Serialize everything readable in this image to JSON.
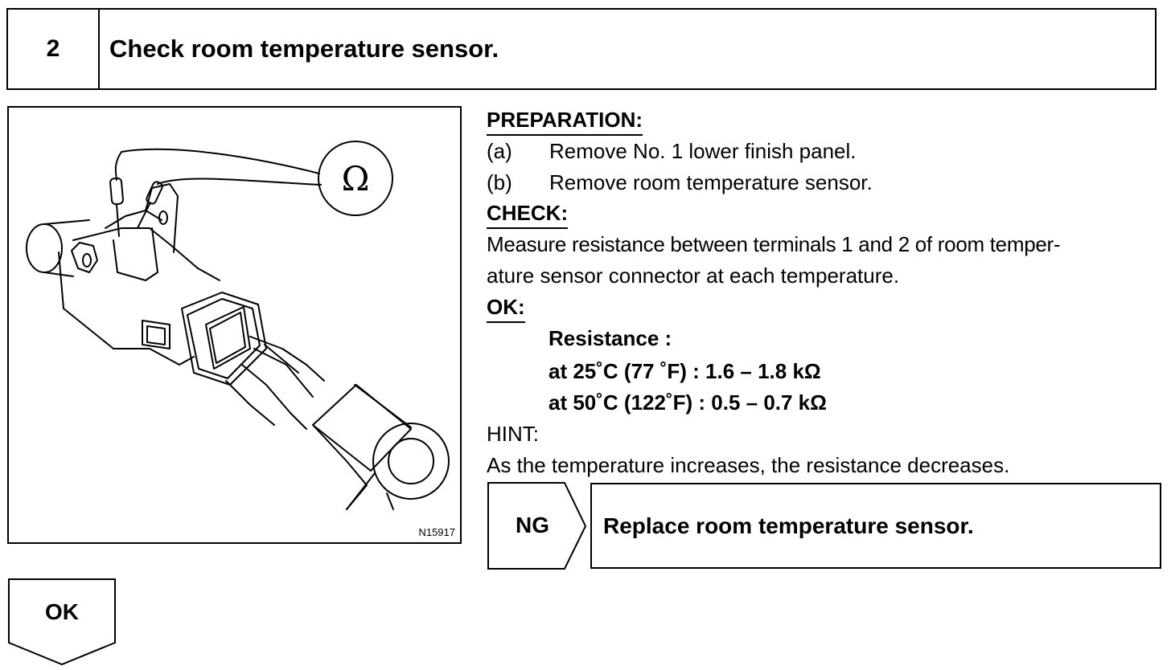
{
  "step": {
    "number": "2",
    "title": "Check room temperature sensor."
  },
  "figure": {
    "code": "N15917",
    "meter_symbol": "Ω"
  },
  "preparation": {
    "heading": "PREPARATION:",
    "items": [
      {
        "marker": "(a)",
        "text": "Remove No. 1 lower finish panel."
      },
      {
        "marker": "(b)",
        "text": "Remove room temperature sensor."
      }
    ]
  },
  "check": {
    "heading": "CHECK:",
    "lines": [
      "Measure resistance between terminals 1 and 2 of room temper-",
      "ature sensor connector at each temperature."
    ]
  },
  "ok_spec": {
    "heading": "OK:",
    "title": "Resistance :",
    "rows": [
      "at 25˚C (77 ˚F) : 1.6 – 1.8 kΩ",
      "at 50˚C (122˚F) : 0.5 – 0.7 kΩ"
    ]
  },
  "hint": {
    "heading": "HINT:",
    "text": "As the temperature increases, the resistance decreases."
  },
  "ng": {
    "label": "NG",
    "action": "Replace room temperature sensor."
  },
  "ok": {
    "label": "OK"
  }
}
